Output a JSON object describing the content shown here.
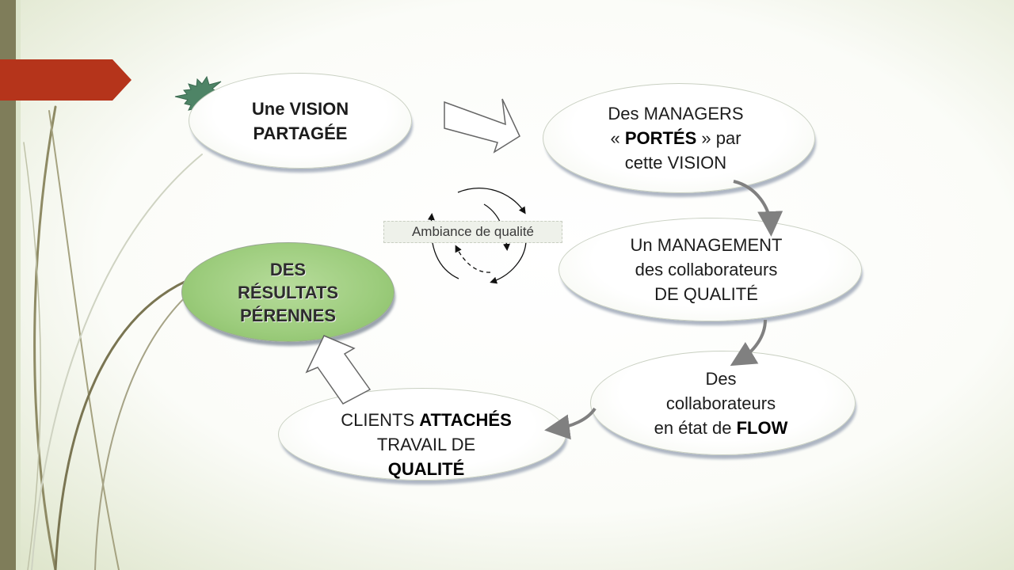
{
  "nodes": {
    "vision": {
      "line1": "Une VISION",
      "line2": "PARTAGÉE"
    },
    "managers": {
      "line1": "Des MANAGERS",
      "line2_pre": "« ",
      "line2_bold": "PORTÉS",
      "line2_post": " » par",
      "line3": "cette VISION"
    },
    "management": {
      "line1": "Un MANAGEMENT",
      "line2": "des collaborateurs",
      "line3": "DE QUALITÉ"
    },
    "flow": {
      "line1": "Des",
      "line2": "collaborateurs",
      "line3_pre": "en état de ",
      "line3_bold": "FLOW"
    },
    "clients": {
      "line1_pre": "CLIENTS ",
      "line1_bold": "ATTACHÉS",
      "line2": "TRAVAIL DE",
      "line3": "QUALITÉ"
    },
    "results": {
      "line1": "DES",
      "line2": "RÉSULTATS",
      "line3": "PÉRENNES"
    }
  },
  "ambiance_label": "Ambiance de qualité",
  "colors": {
    "accent_tab": "#b5341b",
    "left_bar": "#7f7d5a",
    "star": "#4e8466",
    "result_fill": "#9ccc7c",
    "connector": "#808080"
  }
}
